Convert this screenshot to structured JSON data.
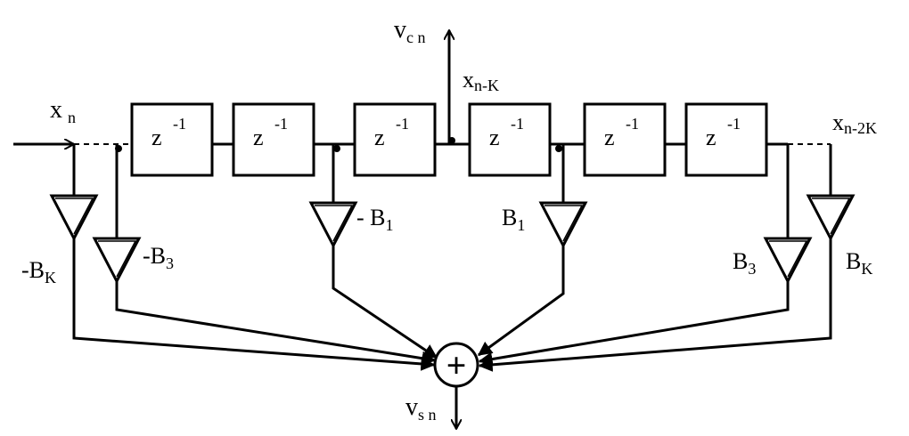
{
  "signals": {
    "input": {
      "main": "x",
      "sub": "n"
    },
    "center_tap": {
      "main": "x",
      "sub": "n-K"
    },
    "end_tap": {
      "main": "x",
      "sub": "n-2K"
    },
    "center_output": {
      "main": "v",
      "sub": "c n"
    },
    "sum_output": {
      "main": "v",
      "sub": "s n"
    }
  },
  "delay_blocks": [
    {
      "main": "z",
      "sup": "-1"
    },
    {
      "main": "z",
      "sup": "-1"
    },
    {
      "main": "z",
      "sup": "-1"
    },
    {
      "main": "z",
      "sup": "-1"
    },
    {
      "main": "z",
      "sup": "-1"
    },
    {
      "main": "z",
      "sup": "-1"
    }
  ],
  "gains": [
    {
      "main": "-B",
      "sub": "K"
    },
    {
      "main": "-B",
      "sub": "3"
    },
    {
      "main": "- B",
      "sub": "1"
    },
    {
      "main": "B",
      "sub": "1"
    },
    {
      "main": "B",
      "sub": "3"
    },
    {
      "main": "B",
      "sub": "K"
    }
  ],
  "summer": {
    "symbol": "+"
  }
}
